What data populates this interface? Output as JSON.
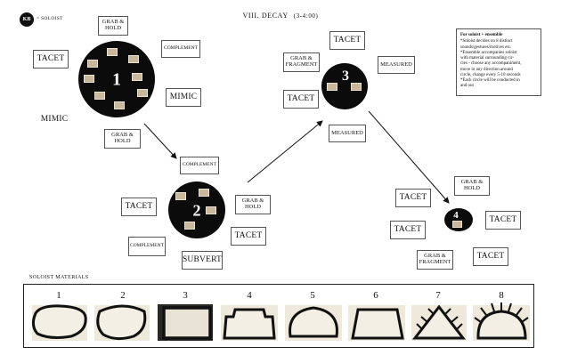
{
  "header": {
    "badge": "KB",
    "badge_label": "= SOLOIST",
    "title": "VIII. DECAY",
    "duration": "(3-4:00)"
  },
  "legend": {
    "title": "For soloist + ensemble",
    "lines": [
      "*Soloist decides on 8 distinct",
      "sounds/gestures/motives etc.",
      "*Ensemble accompanies soloist",
      "with material surrounding cir-",
      "cles - choose any accompaniment,",
      "move in any direction around",
      "circle, change every 5-10 seconds",
      "*Each circle will be conducted in",
      "and out"
    ]
  },
  "circles": [
    {
      "id": "1",
      "label": "1"
    },
    {
      "id": "2",
      "label": "2"
    },
    {
      "id": "3",
      "label": "3"
    },
    {
      "id": "4",
      "label": "4"
    }
  ],
  "boxes": {
    "c1_grab_hold": "GRAB & HOLD",
    "c1_tacet": "TACET",
    "c1_complement": "COMPLEMENT",
    "c1_mimic_right": "MIMIC",
    "c1_mimic_left": "MIMIC",
    "c1_grab_hold_bottom": "GRAB & HOLD",
    "c2_complement_top": "COMPLEMENT",
    "c2_tacet": "TACET",
    "c2_grab_hold": "GRAB & HOLD",
    "c2_tacet_right": "TACET",
    "c2_complement_bottom": "COMPLEMENT",
    "c2_subvert": "SUBVERT",
    "c3_tacet_top": "TACET",
    "c3_grab_fragment": "GRAB & FRAGMENT",
    "c3_measured_right": "MEASURED",
    "c3_tacet_left": "TACET",
    "c3_measured_bottom": "MEASURED",
    "c4_grab_hold": "GRAB & HOLD",
    "c4_tacet_left": "TACET",
    "c4_tacet_right": "TACET",
    "c4_tacet_bottom_left": "TACET",
    "c4_grab_fragment": "GRAB & FRAGMENT",
    "c4_tacet_bottom_right": "TACET"
  },
  "materials": {
    "section_label": "SOLOIST MATERIALS",
    "items": [
      "1",
      "2",
      "3",
      "4",
      "5",
      "6",
      "7",
      "8"
    ]
  },
  "colors": {
    "ink": "#111111",
    "paper": "#e9e3d6",
    "thumb": "#c9b89a"
  }
}
